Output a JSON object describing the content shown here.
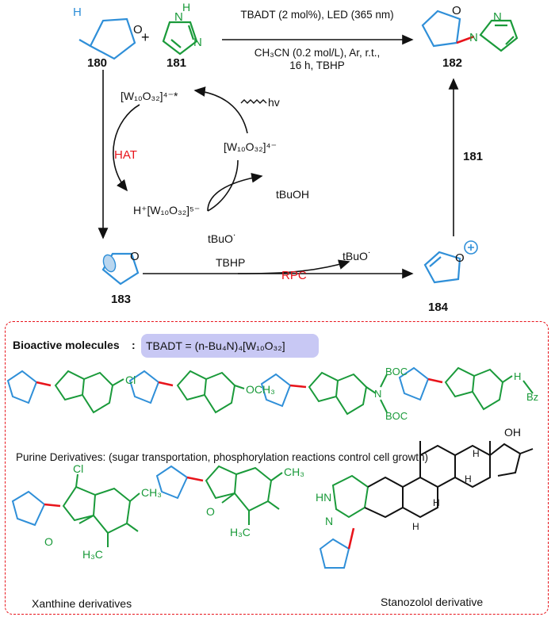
{
  "reaction": {
    "reactant_a_label": "180",
    "reactant_b_label": "181",
    "product_label": "182",
    "plus_sign": "+",
    "conditions_line1": "TBADT (2 mol%), LED (365 nm)",
    "conditions_line2": "CH₃CN (0.2 mol/L), Ar, r.t.,",
    "conditions_line3": "16 h, TBHP",
    "h_atom": "H",
    "pyrazole_nh": "H",
    "pyrazole_n1": "N",
    "pyrazole_n2": "N",
    "product_n1": "N",
    "product_n2": "N",
    "ring_o": "O"
  },
  "cycle": {
    "w_excited": "[W₁₀O₃₂]⁴⁻*",
    "w_ground": "[W₁₀O₃₂]⁴⁻",
    "w_reduced": "H⁺[W₁₀O₃₂]⁵⁻",
    "hv": "hv",
    "hat": "HAT",
    "tbuoh": "tBuOH",
    "tbuo_radical": "tBuO˙",
    "radical_label": "183",
    "cation_label": "184",
    "tbhp": "TBHP",
    "rpc": "RPC",
    "tbuo_out": "tBuO˙",
    "arrow_181": "181"
  },
  "bioactive": {
    "heading": "Bioactive molecules",
    "colon": ":",
    "tbadt_def": "TBADT = (n-Bu₄N)₄[W₁₀O₃₂]",
    "purine_caption": "Purine Derivatives: (sugar transportation, phosphorylation reactions  control cell growth)",
    "xanthine_caption": "Xanthine derivatives",
    "stanozolol_caption": "Stanozolol derivative",
    "sub_cl": "Cl",
    "sub_och3": "OCH₃",
    "sub_boc1": "BOC",
    "sub_n": "N",
    "sub_boc2": "BOC",
    "sub_nh": "H",
    "sub_bz": "Bz",
    "xan_cl": "Cl",
    "xan_ch3_a": "CH₃",
    "xan_h3c_a": "H₃C",
    "xan_ch3_b": "CH₃",
    "xan_h3c_b": "H₃C",
    "oxo": "O",
    "stan_oh": "OH",
    "stan_hn": "HN",
    "stan_n": "N",
    "stan_h": "H"
  },
  "colors": {
    "thf_blue": "#2f8fd8",
    "het_green": "#1a9a3a",
    "bond_red": "#e8141b",
    "highlight": "#c8c8f4"
  }
}
